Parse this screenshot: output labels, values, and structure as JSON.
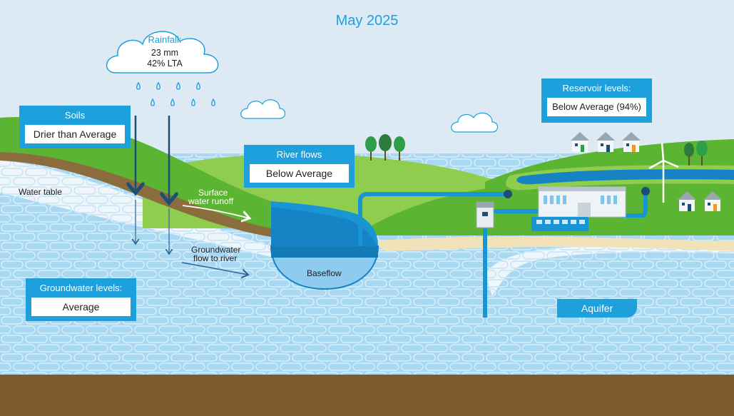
{
  "title": "May 2025",
  "rainfall": {
    "label": "Rainfall:",
    "amount": "23 mm",
    "lta": "42% LTA"
  },
  "soils": {
    "label": "Soils",
    "value": "Drier than Average"
  },
  "river_flows": {
    "label": "River flows",
    "value": "Below Average"
  },
  "reservoir_levels": {
    "label": "Reservoir levels:",
    "value": "Below Average (94%)"
  },
  "groundwater_levels": {
    "label": "Groundwater levels:",
    "value": "Average"
  },
  "labels": {
    "water_table": "Water table",
    "surface_runoff_1": "Surface",
    "surface_runoff_2": "water runoff",
    "groundwater_flow_1": "Groundwater",
    "groundwater_flow_2": "flow to river",
    "baseflow": "Baseflow",
    "aquifer": "Aquifer"
  },
  "colors": {
    "accent": "#1ea0dc",
    "sky": "#dde9f3",
    "grass": "#5cb532",
    "grass_light": "#8fcd4e",
    "aquifer": "#a8d8f2",
    "soil": "#7b5a2e",
    "sand": "#f2e2b9",
    "river": "#1583c4"
  }
}
